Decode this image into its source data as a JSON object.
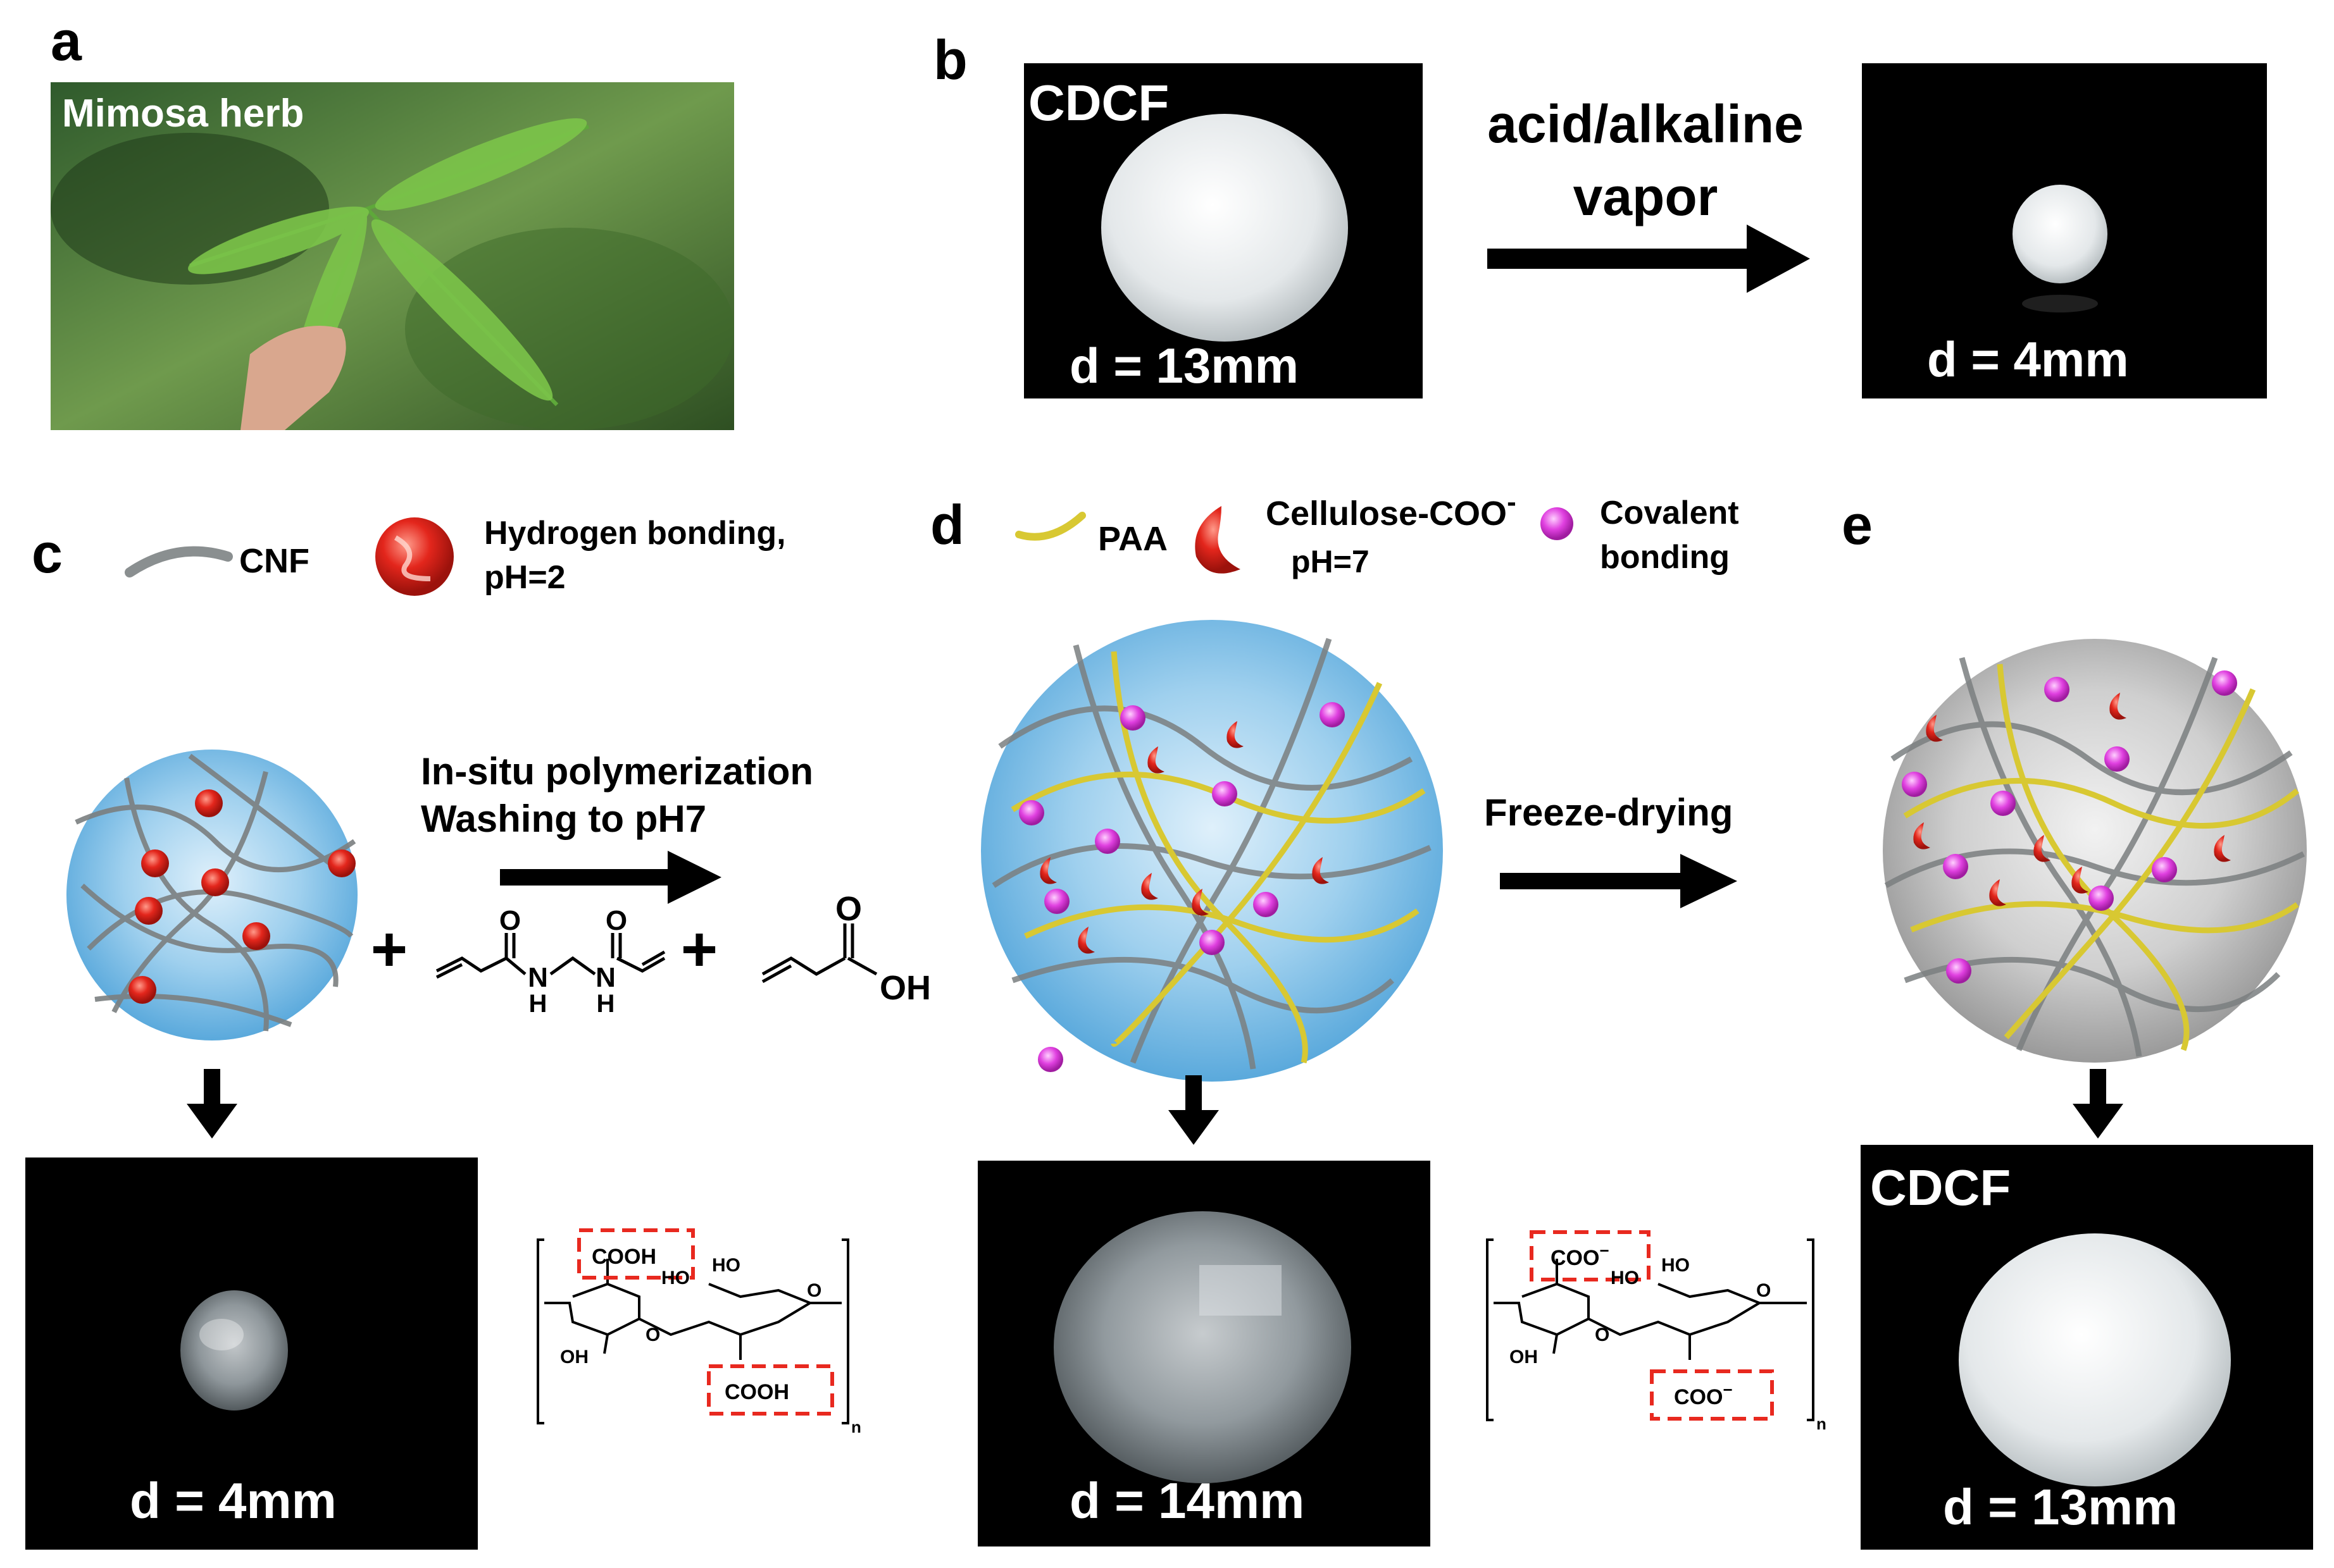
{
  "panels": {
    "a": {
      "letter": "a",
      "photo_label": "Mimosa herb"
    },
    "b": {
      "letter": "b",
      "left_tag": "CDCF",
      "left_size": "d = 13mm",
      "arrow_label_1": "acid/alkaline",
      "arrow_label_2": "vapor",
      "right_size": "d = 4mm"
    },
    "c": {
      "letter": "c",
      "legend_cnf": "CNF",
      "legend_hbond_1": "Hydrogen bonding,",
      "legend_hbond_2": "pH=2",
      "arrow_label_1": "In-situ polymerization",
      "arrow_label_2": "Washing to pH7",
      "plus": "+",
      "amide_nh": "H",
      "amide_n": "N",
      "acid_o": "O",
      "acid_oh": "OH",
      "photo_size": "d = 4mm",
      "unit_group_top": "COOH",
      "unit_group_bottom": "COOH",
      "unit_ho_1": "HO",
      "unit_ho_2": "HO",
      "unit_oh": "OH",
      "unit_o_1": "O",
      "unit_o_2": "O",
      "unit_n": "n"
    },
    "d": {
      "letter": "d",
      "legend_paa": "PAA",
      "legend_coo": "Cellulose-COO",
      "legend_coo_sup": "-",
      "legend_ph": "pH=7",
      "legend_cov_1": "Covalent",
      "legend_cov_2": "bonding",
      "arrow_label": "Freeze-drying",
      "photo_size": "d = 14mm",
      "unit_group_top": "COO",
      "unit_group_bottom": "COO",
      "unit_charge": "−",
      "unit_ho_1": "HO",
      "unit_ho_2": "HO",
      "unit_oh": "OH",
      "unit_o_1": "O",
      "unit_o_2": "O",
      "unit_n": "n"
    },
    "e": {
      "letter": "e",
      "photo_tag": "CDCF",
      "photo_size": "d = 13mm"
    }
  },
  "colors": {
    "red_box": "#e8291f",
    "network_yellow": "#d8c832",
    "network_gray": "#7b7f80",
    "hbond_red": "#e3261c",
    "covalent_magenta": "#e040e0",
    "photo_bg": "#000000"
  }
}
